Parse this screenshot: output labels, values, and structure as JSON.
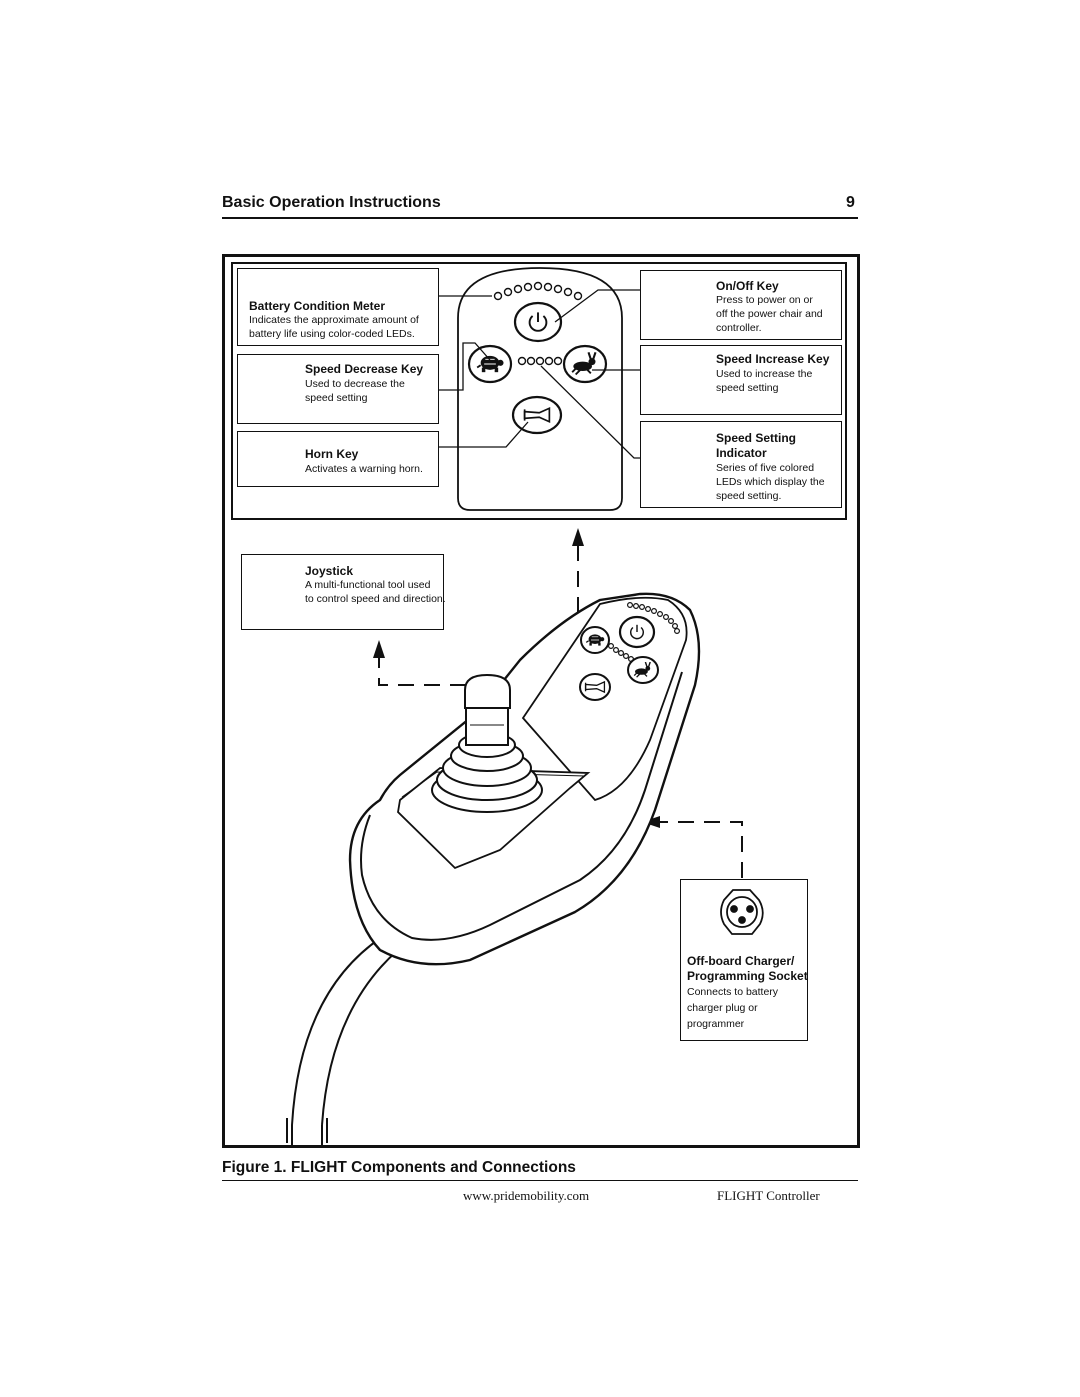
{
  "header": {
    "title": "Basic Operation Instructions",
    "page_number": "9"
  },
  "components": {
    "battery": {
      "title": "Battery Condition Meter",
      "desc1": "Indicates the approximate  amount of",
      "desc2": "battery life using color-coded LEDs."
    },
    "speed_decrease": {
      "title": "Speed Decrease Key",
      "desc1": "Used to decrease the",
      "desc2": "speed setting"
    },
    "horn": {
      "title": "Horn Key",
      "desc1": "Activates a warning horn."
    },
    "on_off": {
      "title": "On/Off Key",
      "desc1": "Press to power on or",
      "desc2": "off the power chair and",
      "desc3": "controller."
    },
    "speed_increase": {
      "title": "Speed Increase Key",
      "desc1": "Used to increase the",
      "desc2": "speed setting"
    },
    "speed_setting": {
      "title1": "Speed Setting",
      "title2": "Indicator",
      "desc1": "Series of five colored",
      "desc2": "LEDs which display the",
      "desc3": "speed setting."
    },
    "joystick": {
      "title": "Joystick",
      "desc1": "A multi-functional tool used",
      "desc2": "to control speed and direction."
    },
    "socket": {
      "title1": "Off-board Charger/",
      "title2": "Programming Socket",
      "desc1": "Connects to battery",
      "desc2": "charger plug or",
      "desc3": "programmer"
    }
  },
  "figure": {
    "caption": "Figure 1. FLIGHT Components and Connections"
  },
  "footer": {
    "url": "www.pridemobility.com",
    "product": "FLIGHT Controller"
  },
  "icons": [
    "led-row-icon",
    "power-icon",
    "turtle-icon",
    "rabbit-icon",
    "horn-icon",
    "joystick-icon",
    "socket-icon"
  ]
}
